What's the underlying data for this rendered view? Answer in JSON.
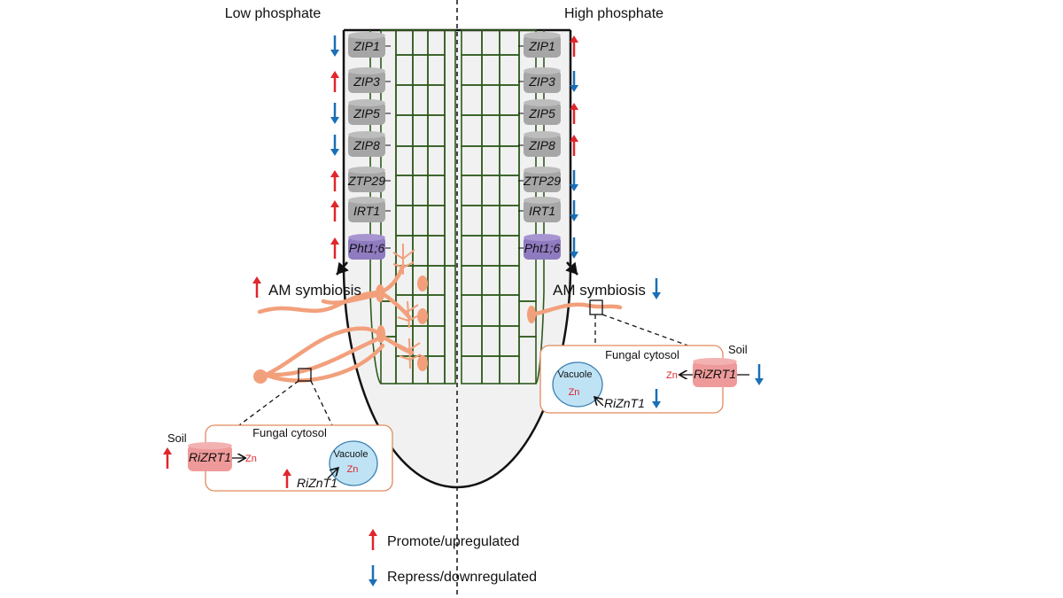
{
  "headers": {
    "left": "Low phosphate",
    "right": "High phosphate"
  },
  "colors": {
    "up": "#e0262b",
    "down": "#1a6fb6",
    "transporter": "#a6a6a6",
    "pht": "#8f7bc0",
    "fungus": "#f2a07c",
    "cell_wall": "#2e5a1d",
    "rizrt1": "#ef9a9a",
    "vacuole": "#bfe3f5",
    "root_fill": "#f1f1f1"
  },
  "left_genes": [
    {
      "name": "ZIP1",
      "arrow": "down"
    },
    {
      "name": "ZIP3",
      "arrow": "up"
    },
    {
      "name": "ZIP5",
      "arrow": "down"
    },
    {
      "name": "ZIP8",
      "arrow": "down"
    },
    {
      "name": "ZTP29",
      "arrow": "up"
    },
    {
      "name": "IRT1",
      "arrow": "up"
    },
    {
      "name": "Pht1;6",
      "arrow": "up"
    }
  ],
  "right_genes": [
    {
      "name": "ZIP1",
      "arrow": "up"
    },
    {
      "name": "ZIP3",
      "arrow": "down"
    },
    {
      "name": "ZIP5",
      "arrow": "up"
    },
    {
      "name": "ZIP8",
      "arrow": "up"
    },
    {
      "name": "ZTP29",
      "arrow": "down"
    },
    {
      "name": "IRT1",
      "arrow": "down"
    },
    {
      "name": "Pht1;6",
      "arrow": "down"
    }
  ],
  "left_panel": {
    "am_label": "AM symbiosis",
    "am_arrow": "up",
    "soil": "Soil",
    "cytosol": "Fungal cytosol",
    "rizrt1": "RiZRT1",
    "rizrt1_arrow": "up",
    "zn_out": "Zn",
    "vacuole": "Vacuole",
    "zn_vac": "Zn",
    "riznt1": "RiZnT1",
    "riznt1_arrow": "up"
  },
  "right_panel": {
    "am_label": "AM symbiosis",
    "am_arrow": "down",
    "soil": "Soil",
    "cytosol": "Fungal cytosol",
    "rizrt1": "RiZRT1",
    "rizrt1_arrow": "down",
    "zn_out": "Zn",
    "vacuole": "Vacuole",
    "zn_vac": "Zn",
    "riznt1": "RiZnT1",
    "riznt1_arrow": "down"
  },
  "legend": {
    "up": "Promote/upregulated",
    "down": "Repress/downregulated"
  }
}
